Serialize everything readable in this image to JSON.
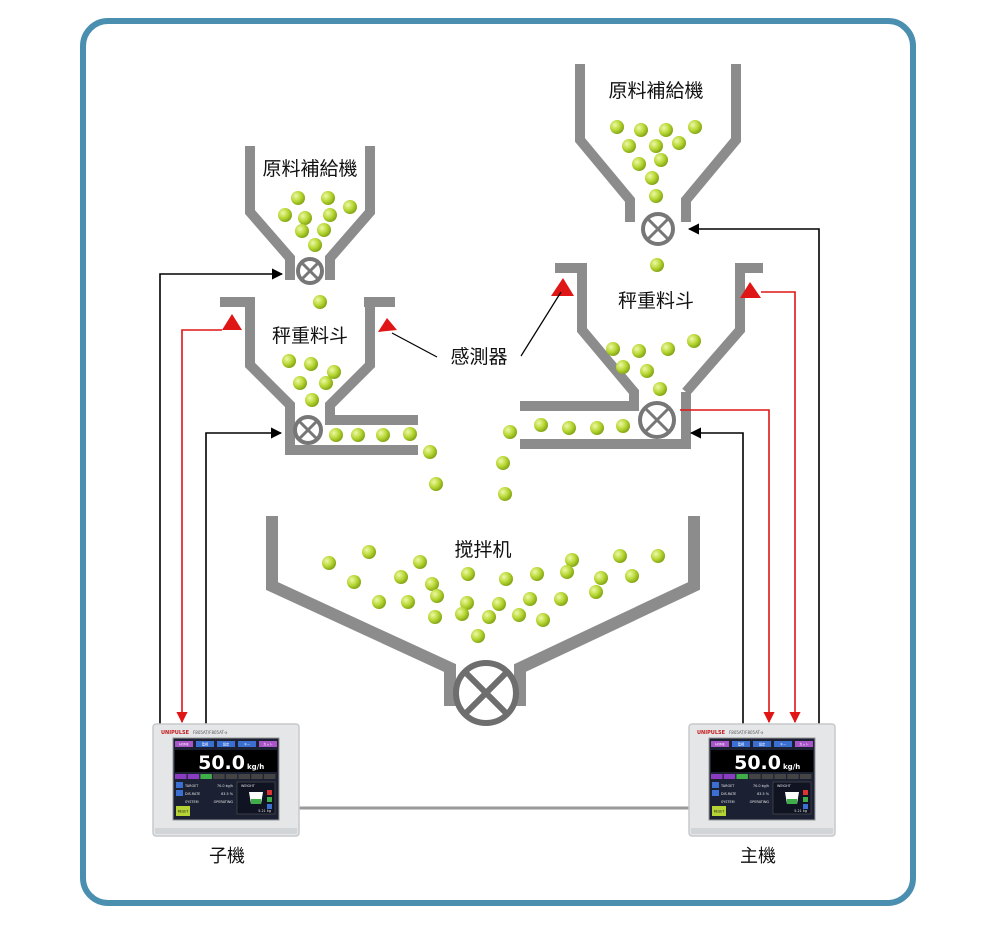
{
  "labels": {
    "feeder_left": "原料補給機",
    "feeder_right": "原料補給機",
    "hopper_left": "秤重料斗",
    "hopper_right": "秤重料斗",
    "sensor": "感測器",
    "mixer": "搅拌机",
    "slave": "子機",
    "master": "主機"
  },
  "controller": {
    "brand": "UNIPULSE",
    "model": "F805AT/F805AT-x",
    "tabs": [
      "HOME",
      "監視",
      "設定",
      "キー",
      "カット"
    ],
    "reading_value": "50.0",
    "reading_unit": "kg/h",
    "rows": [
      {
        "label": "TARGET",
        "value": "70.0 kg/h"
      },
      {
        "label": "DIS.RATE",
        "value": "63.5 %"
      },
      {
        "label": "SYSTEM",
        "value": "OPERATING"
      }
    ],
    "weight_label": "WEIGHT",
    "weight_value": "5.21 kg",
    "reset_label": "RESET"
  },
  "colors": {
    "frame": "#4a8fb0",
    "hopper": "#8c8c8c",
    "pellet": "#b7d733",
    "signal": "#e01515",
    "control": "#000000"
  }
}
